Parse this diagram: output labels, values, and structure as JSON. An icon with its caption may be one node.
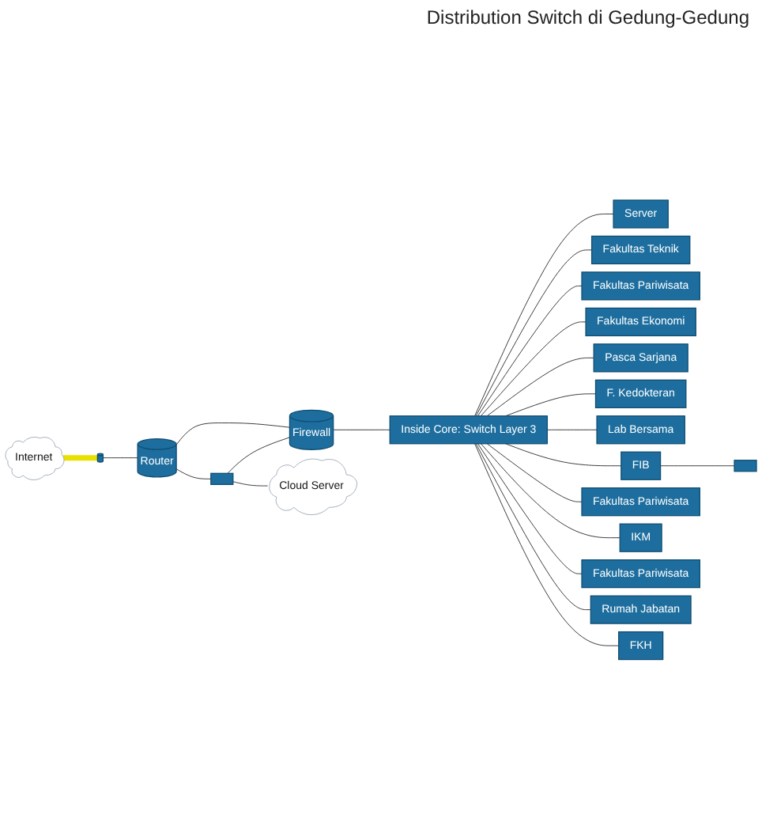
{
  "diagram": {
    "nodes": [
      {
        "text": [
          "Internet"
        ]
      },
      {
        "text": [],
        "shape": "cylinder"
      },
      {
        "text": [
          "Router"
        ]
      },
      {
        "text": [
          "Firewall"
        ]
      },
      {
        "text": [],
        "shape": "box"
      },
      {
        "text": [
          "Cloud Server"
        ]
      },
      {
        "text": [
          "Inside Core: Switch Layer 3"
        ]
      },
      {
        "text": [
          "Server"
        ]
      },
      {
        "text": [
          "Fakultas Teknik"
        ]
      },
      {
        "text": [
          "Fakultas Pariwisata"
        ]
      },
      {
        "text": [
          "Fakultas Ekonomi"
        ]
      },
      {
        "text": [
          "Pasca Sarjana"
        ]
      },
      {
        "text": [
          "F. Kedokteran"
        ]
      },
      {
        "text": [
          "Lab Bersama"
        ]
      },
      {
        "text": [
          "FIB"
        ]
      },
      {
        "text": [
          "Fakultas Pariwisata"
        ]
      },
      {
        "text": [
          "IKM"
        ]
      },
      {
        "text": [
          "Fakultas Pariwisata"
        ]
      },
      {
        "text": [
          "Rumah Jabatan"
        ]
      },
      {
        "text": [
          "FKH"
        ]
      },
      {
        "text": [],
        "shape": "box"
      }
    ],
    "edges": [
      {
        "from": 0,
        "to": 1,
        "arrow": "none",
        "style": "thick",
        "color": "#e8e000"
      },
      {
        "from": 1,
        "to": 2,
        "arrow": "none"
      },
      {
        "from": 2,
        "to": 4,
        "arrow": "none"
      },
      {
        "from": 2,
        "to": 3,
        "arrow": "none"
      },
      {
        "from": 4,
        "to": 3,
        "arrow": "none"
      },
      {
        "from": 4,
        "to": 5,
        "arrow": "none"
      },
      {
        "from": 3,
        "to": 6,
        "arrow": "none"
      },
      {
        "from": 6,
        "to": 7,
        "arrow": "none"
      },
      {
        "from": 6,
        "to": 8,
        "arrow": "none"
      },
      {
        "from": 6,
        "to": 9,
        "arrow": "none"
      },
      {
        "from": 6,
        "to": 10,
        "arrow": "none"
      },
      {
        "from": 6,
        "to": 11,
        "arrow": "none"
      },
      {
        "from": 6,
        "to": 12,
        "arrow": "none"
      },
      {
        "from": 6,
        "to": 13,
        "arrow": "none"
      },
      {
        "from": 6,
        "to": 14,
        "arrow": "none"
      },
      {
        "from": 6,
        "to": 15,
        "arrow": "none"
      },
      {
        "from": 6,
        "to": 16,
        "arrow": "none"
      },
      {
        "from": 6,
        "to": 17,
        "arrow": "none"
      },
      {
        "from": 6,
        "to": 18,
        "arrow": "none"
      },
      {
        "from": 6,
        "to": 19,
        "arrow": "none"
      },
      {
        "from": 14,
        "to": 20,
        "arrow": "none"
      }
    ],
    "labels": [
      "Distribution Switch di Gedung-Gedung"
    ]
  }
}
